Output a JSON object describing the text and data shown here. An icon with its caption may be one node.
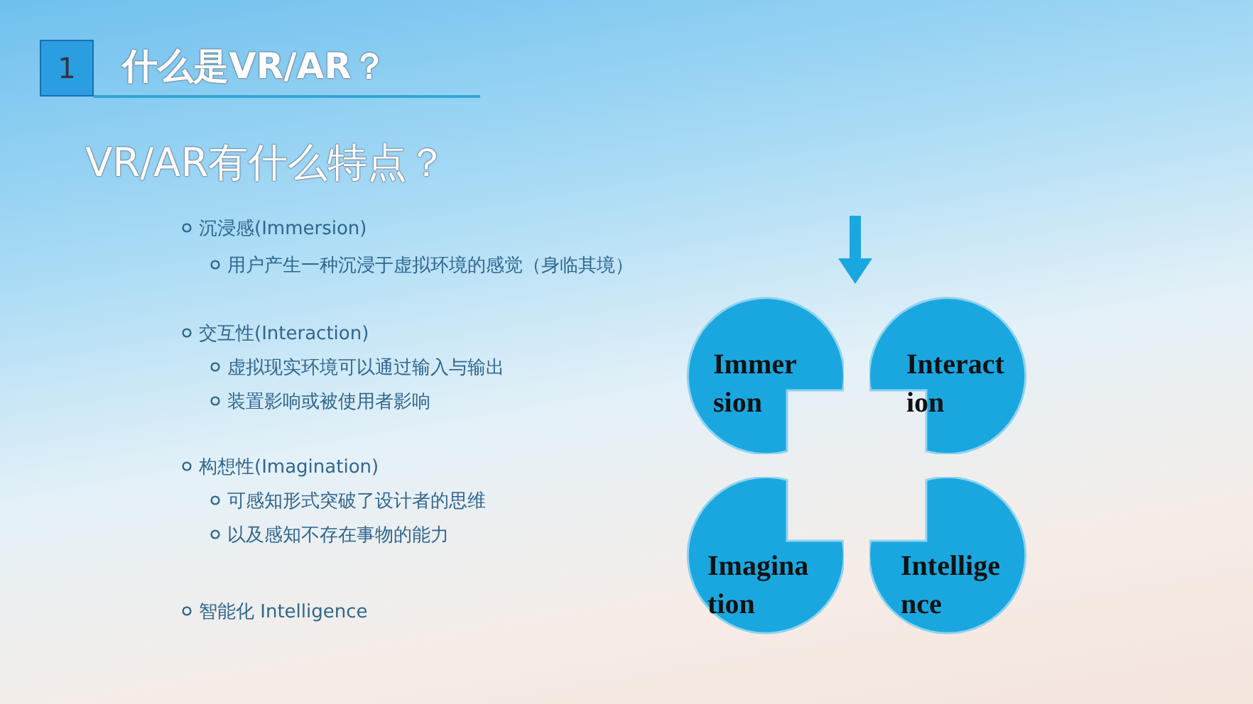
{
  "diagram": {
    "title": "什么是VR/AR？",
    "nodes": [
      {
        "text": [
          "1"
        ]
      },
      {
        "text": [
          "Immersion"
        ]
      },
      {
        "text": [
          "Interaction"
        ]
      },
      {
        "text": [
          "Imagination"
        ]
      },
      {
        "text": [
          "Intelligence"
        ]
      }
    ],
    "edges": [],
    "labels": [
      "VR/AR有什么特点？",
      "沉浸感(Immersion)",
      "用户产生一种沉浸于虚拟环境的感觉（身临其境）",
      "交互性(Interaction)",
      "虚拟现实环境可以通过输入与输出",
      "装置影响或被使用者影响",
      "构想性(Imagination)",
      "可感知形式突破了设计者的思维",
      "以及感知不存在事物的能力",
      "智能化 Intelligence"
    ]
  }
}
